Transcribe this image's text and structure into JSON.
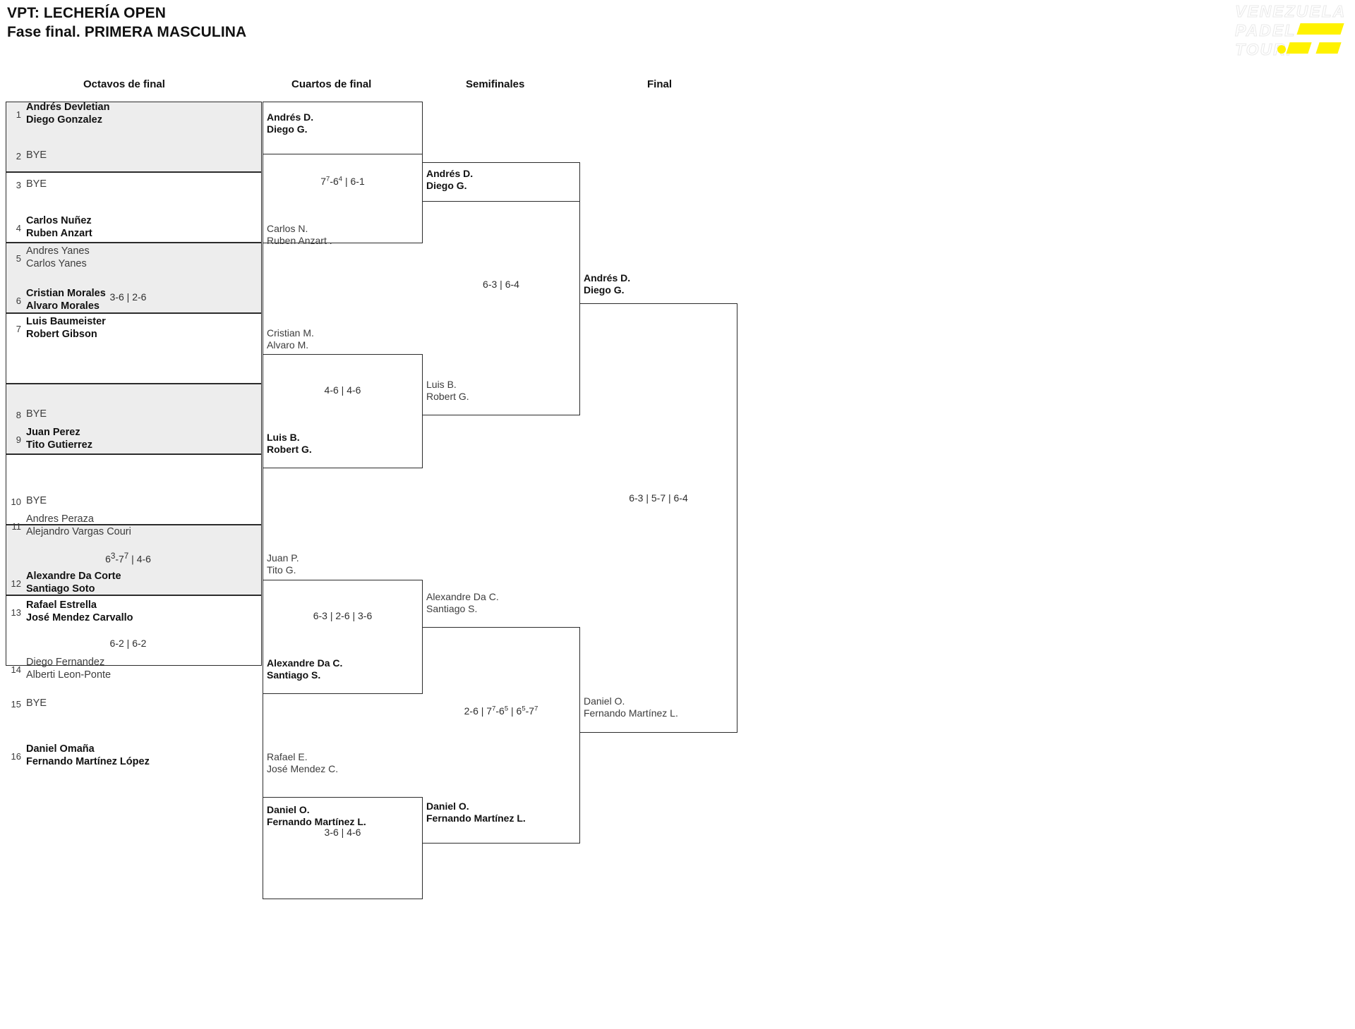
{
  "header": {
    "line1": "VPT: LECHERÍA OPEN",
    "line2": "Fase final. PRIMERA MASCULINA"
  },
  "logo": {
    "word1": "VENEZUELA",
    "word2": "PADEL",
    "word3": "TOUR.",
    "accent_color": "#fff200",
    "outline_color": "#e9e9e9"
  },
  "rounds": {
    "r1_label": "Octavos de final",
    "r2_label": "Cuartos de final",
    "r3_label": "Semifinales",
    "r4_label": "Final"
  },
  "chart_data": {
    "type": "bracket",
    "title": "VPT: LECHERÍA OPEN — Fase final. PRIMERA MASCULINA",
    "rounds": [
      "Octavos de final",
      "Cuartos de final",
      "Semifinales",
      "Final"
    ],
    "draw_size": 16
  },
  "r1": {
    "m1": {
      "seed_a": "1",
      "a_line1": "Andrés Devletian",
      "a_line2": "Diego Gonzalez",
      "seed_b": "2",
      "b_line1": "BYE",
      "b_line2": "",
      "score": "",
      "winner": "a"
    },
    "m2": {
      "seed_a": "3",
      "a_line1": "BYE",
      "a_line2": "",
      "seed_b": "4",
      "b_line1": "Carlos Nuñez",
      "b_line2": "Ruben Anzart",
      "score": "",
      "winner": "b"
    },
    "m3": {
      "seed_a": "5",
      "a_line1": "Andres Yanes",
      "a_line2": "Carlos Yanes",
      "seed_b": "6",
      "b_line1": "Cristian Morales",
      "b_line2": "Alvaro Morales",
      "score": "3-6 | 2-6",
      "winner": "b"
    },
    "m4": {
      "seed_a": "7",
      "a_line1": "Luis Baumeister",
      "a_line2": "Robert Gibson",
      "seed_b": "8",
      "b_line1": "BYE",
      "b_line2": "",
      "score": "",
      "winner": "a"
    },
    "m5": {
      "seed_a": "9",
      "a_line1": "Juan Perez",
      "a_line2": "Tito Gutierrez",
      "seed_b": "10",
      "b_line1": "BYE",
      "b_line2": "",
      "score": "",
      "winner": "a"
    },
    "m6": {
      "seed_a": "11",
      "a_line1": "Andres Peraza",
      "a_line2": "Alejandro Vargas Couri",
      "seed_b": "12",
      "b_line1": "Alexandre Da Corte",
      "b_line2": "Santiago Soto",
      "score_html": "6<sup>3</sup>-7<sup>7</sup> | 4-6",
      "score": "6(3)-7(7) | 4-6",
      "winner": "b"
    },
    "m7": {
      "seed_a": "13",
      "a_line1": "Rafael Estrella",
      "a_line2": "José Mendez Carvallo",
      "seed_b": "14",
      "b_line1": "Diego Fernandez",
      "b_line2": "Alberti Leon-Ponte",
      "score": "6-2 | 6-2",
      "winner": "a"
    },
    "m8": {
      "seed_a": "15",
      "a_line1": "BYE",
      "a_line2": "",
      "seed_b": "16",
      "b_line1": "Daniel Omaña",
      "b_line2": "Fernando Martínez López",
      "score": "",
      "winner": "b"
    }
  },
  "r2": {
    "m1": {
      "a_line1": "Andrés D.",
      "a_line2": "Diego G.",
      "b_line1": "Carlos N.",
      "b_line2": "Ruben Anzart .",
      "score_html": "7<sup>7</sup>-6<sup>4</sup> | 6-1",
      "score": "7(7)-6(4) | 6-1",
      "winner": "a"
    },
    "m2": {
      "a_line1": "Cristian M.",
      "a_line2": "Alvaro M.",
      "b_line1": "Luis B.",
      "b_line2": "Robert G.",
      "score": "4-6 | 4-6",
      "winner": "b"
    },
    "m3": {
      "a_line1": "Juan P.",
      "a_line2": "Tito G.",
      "b_line1": "Alexandre Da C.",
      "b_line2": "Santiago S.",
      "score": "6-3 | 2-6 | 3-6",
      "winner": "b"
    },
    "m4": {
      "a_line1": "Rafael E.",
      "a_line2": "José Mendez C.",
      "b_line1": "Daniel O.",
      "b_line2": "Fernando Martínez L.",
      "score": "3-6 | 4-6",
      "winner": "b"
    }
  },
  "r3": {
    "m1": {
      "a_line1": "Andrés D.",
      "a_line2": "Diego G.",
      "b_line1": "Luis B.",
      "b_line2": "Robert G.",
      "score": "6-3 | 6-4",
      "winner": "a"
    },
    "m2": {
      "a_line1": "Alexandre Da C.",
      "a_line2": "Santiago S.",
      "b_line1": "Daniel O.",
      "b_line2": "Fernando Martínez L.",
      "score_html": "2-6 | 7<sup>7</sup>-6<sup>5</sup> | 6<sup>5</sup>-7<sup>7</sup>",
      "score": "2-6 | 7(7)-6(5) | 6(5)-7(7)",
      "winner": "b"
    }
  },
  "r4": {
    "m1": {
      "a_line1": "Andrés D.",
      "a_line2": "Diego G.",
      "b_line1": "Daniel O.",
      "b_line2": "Fernando Martínez L.",
      "score": "6-3 | 5-7 | 6-4",
      "winner": "a"
    }
  }
}
